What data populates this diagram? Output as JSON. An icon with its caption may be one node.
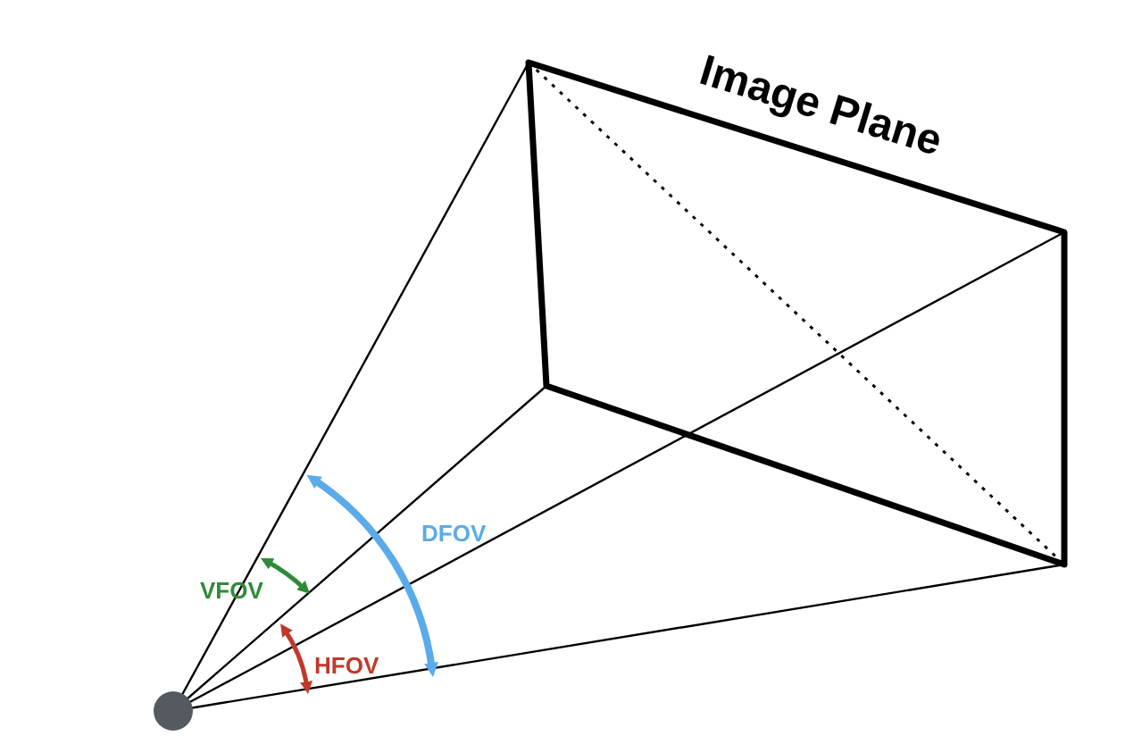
{
  "diagram": {
    "labels": [
      "Image Plane",
      "VFOV",
      "DFOV",
      "HFOV"
    ]
  }
}
